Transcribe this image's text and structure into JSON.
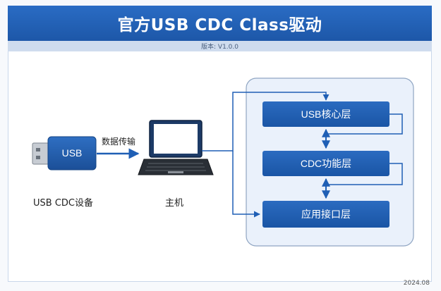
{
  "header": {
    "title": "官方USB CDC Class驱动"
  },
  "version": {
    "text": "版本: V1.0.0"
  },
  "device": {
    "usb_label": "USB",
    "caption": "USB CDC设备"
  },
  "link": {
    "label": "数据传输"
  },
  "host": {
    "caption": "主机"
  },
  "stack": {
    "layers": [
      "USB核心层",
      "CDC功能层",
      "应用接口层"
    ]
  },
  "footer": {
    "date": "2024.08"
  },
  "colors": {
    "header_blue": "#1f5fb5",
    "layer_blue": "#1f5fb5",
    "stack_bg": "#eaf1fb",
    "line_blue": "#1f5fb5"
  }
}
